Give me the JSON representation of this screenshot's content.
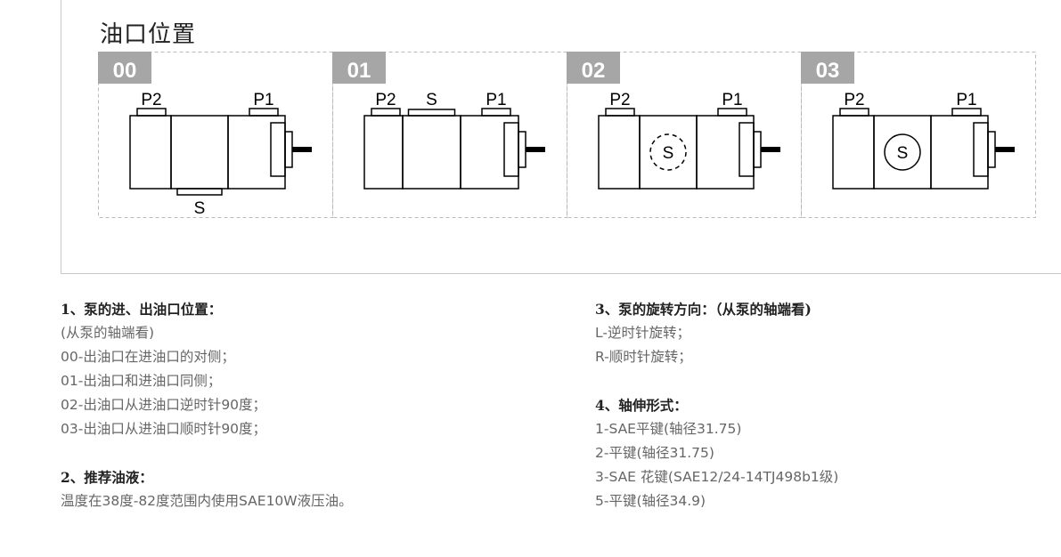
{
  "section_title": "油口位置",
  "variants": [
    {
      "code": "00",
      "p2": "P2",
      "p1": "P1",
      "s": "S",
      "s_position": "bottom"
    },
    {
      "code": "01",
      "p2": "P2",
      "p1": "P1",
      "s": "S",
      "s_position": "top"
    },
    {
      "code": "02",
      "p2": "P2",
      "p1": "P1",
      "s": "S",
      "s_position": "front-dashed"
    },
    {
      "code": "03",
      "p2": "P2",
      "p1": "P1",
      "s": "S",
      "s_position": "front-solid"
    }
  ],
  "colors": {
    "tab_bg": "#a6a6a6",
    "tab_text": "#ffffff",
    "line": "#000000",
    "dash_border": "#bbbbbb"
  },
  "notes_left": {
    "s1_title": "1、泵的进、出油口位置：",
    "s1_lines": [
      "(从泵的轴端看)",
      "00-出油口在进油口的对侧；",
      "01-出油口和进油口同侧；",
      "02-出油口从进油口逆时针90度；",
      "03-出油口从进油口顺时针90度；"
    ],
    "s2_title": "2、推荐油液：",
    "s2_lines": [
      "温度在38度-82度范围内使用SAE10W液压油。"
    ]
  },
  "notes_right": {
    "s3_title": "3、泵的旋转方向：（从泵的轴端看)",
    "s3_lines": [
      "L-逆时针旋转；",
      "R-顺时针旋转；"
    ],
    "s4_title": "4、轴伸形式：",
    "s4_lines": [
      "1-SAE平键(轴径31.75)",
      "2-平键(轴径31.75)",
      "3-SAE 花键(SAE12/24-14TJ498b1级)",
      "5-平键(轴径34.9)"
    ]
  }
}
